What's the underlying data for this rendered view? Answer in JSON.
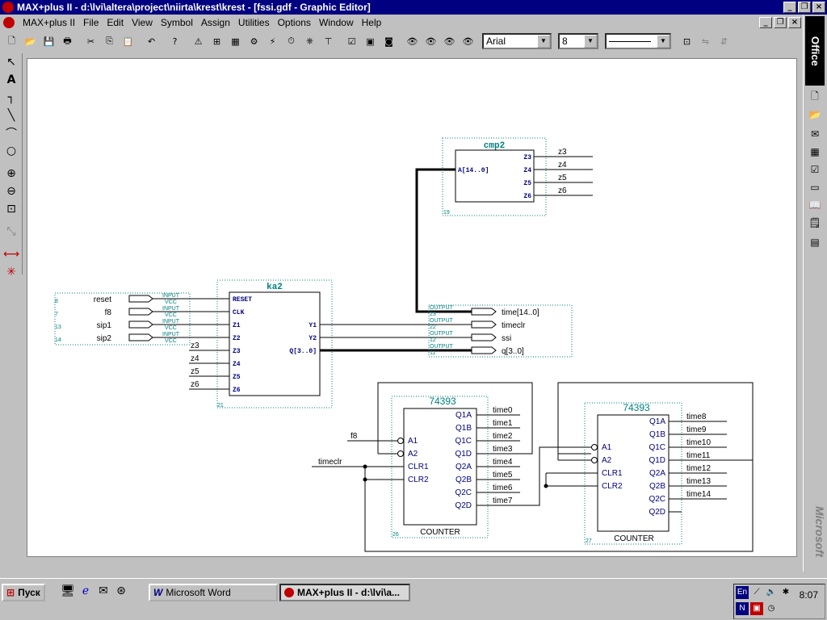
{
  "window": {
    "title": "MAX+plus II - d:\\lvi\\altera\\project\\niirta\\krest\\krest - [fssi.gdf - Graphic Editor]"
  },
  "menu": [
    "MAX+plus II",
    "File",
    "Edit",
    "View",
    "Symbol",
    "Assign",
    "Utilities",
    "Options",
    "Window",
    "Help"
  ],
  "toolbar": {
    "font": "Arial",
    "size": "8"
  },
  "office": {
    "label": "Office",
    "vendor": "Microsoft"
  },
  "taskbar": {
    "start": "Пуск",
    "tasks": [
      "Microsoft Word",
      "MAX+plus II - d:\\lvi\\a..."
    ],
    "lang": "En",
    "time": "8:07"
  },
  "schematic": {
    "inputs": [
      {
        "num": "8",
        "name": "reset",
        "kind": "INPUT",
        "vcc": "VCC"
      },
      {
        "num": "7",
        "name": "f8",
        "kind": "INPUT",
        "vcc": "VCC"
      },
      {
        "num": "13",
        "name": "sip1",
        "kind": "INPUT",
        "vcc": "VCC"
      },
      {
        "num": "14",
        "name": "sip2",
        "kind": "INPUT",
        "vcc": "VCC"
      }
    ],
    "ka2": {
      "title": "ka2",
      "num": "21",
      "left_pins": [
        "RESET",
        "CLK",
        "Z1",
        "Z2",
        "Z3",
        "Z4",
        "Z5",
        "Z6"
      ],
      "right_pins": [
        "Y1",
        "Y2",
        "Q[3..0]"
      ],
      "z_nets": [
        "z3",
        "z4",
        "z5",
        "z6"
      ]
    },
    "cmp2": {
      "title": "cmp2",
      "num": "19",
      "in_pin": "A[14..0]",
      "out_pins": [
        "Z3",
        "Z4",
        "Z5",
        "Z6"
      ],
      "nets": [
        "z3",
        "z4",
        "z5",
        "z6"
      ]
    },
    "outputs": [
      {
        "num": "23",
        "name": "time[14..0]",
        "kind": "OUTPUT"
      },
      {
        "num": "22",
        "name": "timeclr",
        "kind": "OUTPUT"
      },
      {
        "num": "12",
        "name": "ssi",
        "kind": "OUTPUT"
      },
      {
        "num": "11",
        "name": "q[3..0]",
        "kind": "OUTPUT"
      }
    ],
    "counter1": {
      "title": "74393",
      "num": "26",
      "footer": "COUNTER",
      "left_pins": [
        "A1",
        "A2",
        "CLR1",
        "CLR2"
      ],
      "right_pins": [
        "Q1A",
        "Q1B",
        "Q1C",
        "Q1D",
        "Q2A",
        "Q2B",
        "Q2C",
        "Q2D"
      ],
      "nets": [
        "time0",
        "time1",
        "time2",
        "time3",
        "time4",
        "time5",
        "time6",
        "time7"
      ],
      "in_net": "f8",
      "clr_net": "timeclr"
    },
    "counter2": {
      "title": "74393",
      "num": "27",
      "footer": "COUNTER",
      "left_pins": [
        "A1",
        "A2",
        "CLR1",
        "CLR2"
      ],
      "right_pins": [
        "Q1A",
        "Q1B",
        "Q1C",
        "Q1D",
        "Q2A",
        "Q2B",
        "Q2C",
        "Q2D"
      ],
      "nets": [
        "time8",
        "time9",
        "time10",
        "time11",
        "time12",
        "time13",
        "time14"
      ]
    }
  }
}
